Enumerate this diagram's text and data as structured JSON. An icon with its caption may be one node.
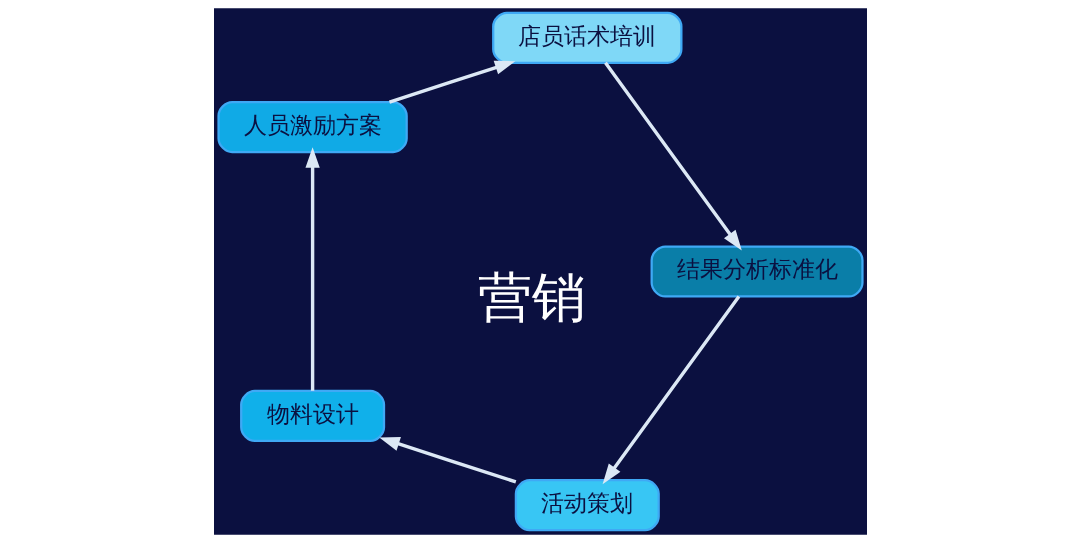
{
  "diagram": {
    "nodes": [
      {
        "text": [
          "活动策划"
        ]
      },
      {
        "text": [
          "结果分析标准化"
        ]
      },
      {
        "text": [
          "物料设计"
        ]
      },
      {
        "text": [
          "店员话术培训"
        ]
      },
      {
        "text": [
          "人员激励方案"
        ]
      }
    ],
    "edges": [
      {
        "from": 0,
        "to": 2,
        "arrow": "to"
      },
      {
        "from": 2,
        "to": 4,
        "arrow": "to"
      },
      {
        "from": 4,
        "to": 3,
        "arrow": "to"
      },
      {
        "from": 3,
        "to": 1,
        "arrow": "to"
      },
      {
        "from": 1,
        "to": 0,
        "arrow": "to"
      }
    ],
    "labels": [
      "营销"
    ]
  }
}
